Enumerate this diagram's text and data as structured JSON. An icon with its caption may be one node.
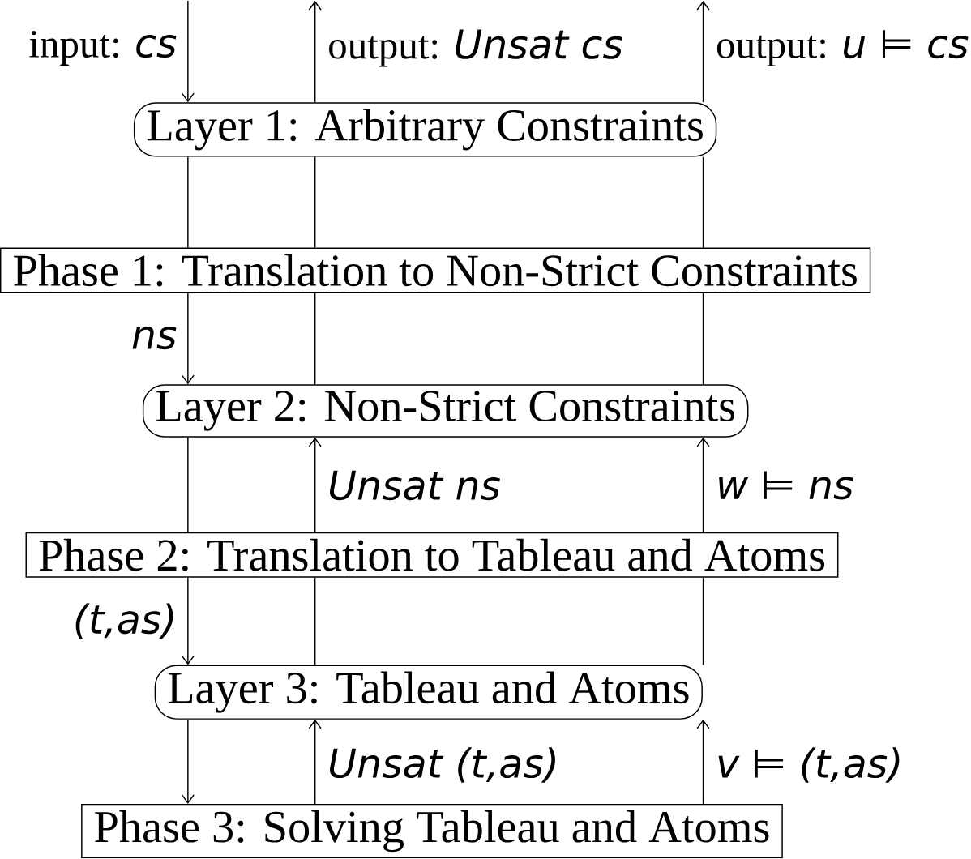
{
  "diagram": {
    "nodes": [
      {
        "text": [
          "Layer 1: Arbitrary Constraints"
        ]
      },
      {
        "text": [
          "Phase 1: Translation to Non-Strict Constraints"
        ]
      },
      {
        "text": [
          "Layer 2: Non-Strict Constraints"
        ]
      },
      {
        "text": [
          "Phase 2: Translation to Tableau and Atoms"
        ]
      },
      {
        "text": [
          "Layer 3: Tableau and Atoms"
        ]
      },
      {
        "text": [
          "Phase 3: Solving Tableau and Atoms"
        ]
      }
    ],
    "edges": [
      {
        "from": null,
        "to": 0,
        "arrow": "to",
        "label": "input: *cs*"
      },
      {
        "from": 0,
        "to": null,
        "arrow": "to",
        "label": "output: *Unsat cs*"
      },
      {
        "from": 0,
        "to": null,
        "arrow": "to",
        "label": "output: *u ⊨ cs*"
      },
      {
        "from": 0,
        "to": 1,
        "arrow": "none"
      },
      {
        "from": 0,
        "to": 1,
        "arrow": "none"
      },
      {
        "from": 0,
        "to": 1,
        "arrow": "none"
      },
      {
        "from": 1,
        "to": 2,
        "arrow": "to",
        "label": "ns"
      },
      {
        "from": 1,
        "to": 2,
        "arrow": "none"
      },
      {
        "from": 1,
        "to": 2,
        "arrow": "none"
      },
      {
        "from": 2,
        "to": 3,
        "arrow": "none"
      },
      {
        "from": 3,
        "to": 2,
        "arrow": "to",
        "label": "Unsat ns"
      },
      {
        "from": 3,
        "to": 2,
        "arrow": "to",
        "label": "w ⊨ ns"
      },
      {
        "from": 3,
        "to": 4,
        "arrow": "to",
        "label": "(t,as)"
      },
      {
        "from": 3,
        "to": 4,
        "arrow": "none"
      },
      {
        "from": 3,
        "to": 4,
        "arrow": "none"
      },
      {
        "from": 4,
        "to": 5,
        "arrow": "to"
      },
      {
        "from": 5,
        "to": 4,
        "arrow": "to",
        "label": "Unsat (t,as)"
      },
      {
        "from": 5,
        "to": 4,
        "arrow": "to",
        "label": "v ⊨ (t,as)"
      }
    ]
  }
}
